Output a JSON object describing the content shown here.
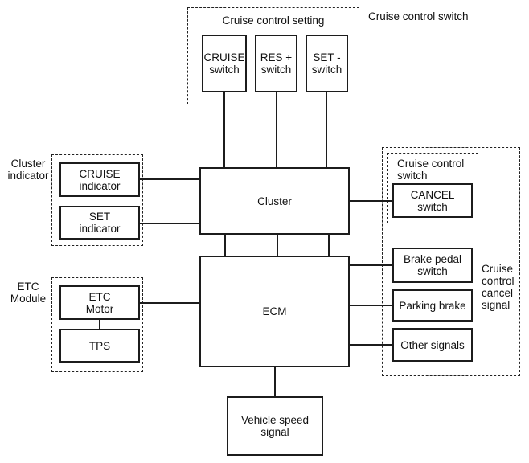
{
  "colors": {
    "background": "#ffffff",
    "line": "#1c1c1c",
    "text": "#111111"
  },
  "annotations": {
    "cruise_control_switch_top": "Cruise control switch"
  },
  "groups": {
    "cruise_control_setting": {
      "label": "Cruise control setting"
    },
    "cluster_indicator": {
      "label": "Cluster\nindicator"
    },
    "etc_module": {
      "label": "ETC\nModule"
    },
    "cruise_control_switch_cancel": {
      "label": "Cruise control\nswitch"
    },
    "cruise_control_cancel_signal": {
      "label": "Cruise\ncontrol\ncancel\nsignal"
    }
  },
  "nodes": {
    "cruise_switch": {
      "label": "CRUISE\nswitch"
    },
    "res_switch": {
      "label": "RES +\nswitch"
    },
    "set_switch": {
      "label": "SET -\nswitch"
    },
    "cluster": {
      "label": "Cluster"
    },
    "cruise_indicator": {
      "label": "CRUISE\nindicator"
    },
    "set_indicator": {
      "label": "SET\nindicator"
    },
    "ecm": {
      "label": "ECM"
    },
    "etc_motor": {
      "label": "ETC\nMotor"
    },
    "tps": {
      "label": "TPS"
    },
    "cancel_switch": {
      "label": "CANCEL\nswitch"
    },
    "brake_pedal_switch": {
      "label": "Brake pedal\nswitch"
    },
    "parking_brake": {
      "label": "Parking brake"
    },
    "other_signals": {
      "label": "Other signals"
    },
    "vehicle_speed_signal": {
      "label": "Vehicle speed\nsignal"
    }
  }
}
